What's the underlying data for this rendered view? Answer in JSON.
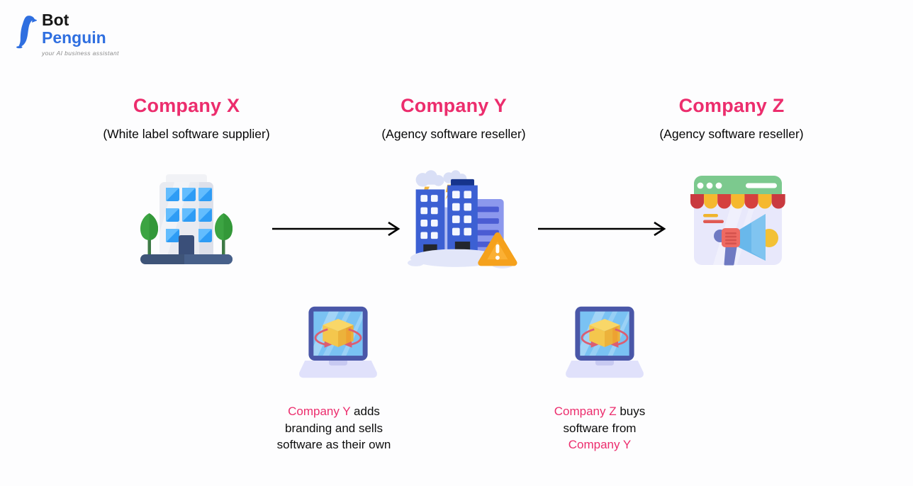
{
  "logo": {
    "line1": "Bot",
    "line2": "Penguin",
    "tagline": "your AI business assistant"
  },
  "columns": [
    {
      "title": "Company X",
      "subtitle": "(White label software supplier)"
    },
    {
      "title": "Company Y",
      "subtitle": "(Agency software reseller)"
    },
    {
      "title": "Company Z",
      "subtitle": "(Agency software reseller)"
    }
  ],
  "captions": [
    {
      "line1_highlight": "Company Y",
      "line1_rest": " adds",
      "line2": "branding and sells",
      "line3": "software as their own"
    },
    {
      "line1_highlight": "Company Z",
      "line1_rest": " buys",
      "line2": "software from",
      "line3_highlight": "Company Y"
    }
  ],
  "icons": {
    "company_x": "office-building-icon",
    "company_y": "storm-buildings-warning-icon",
    "company_z": "storefront-megaphone-icon",
    "rebrand_step": "laptop-3d-cube-icon",
    "flow": "right-arrow-icon",
    "brand": "penguin-icon"
  },
  "colors": {
    "accent_pink": "#EC2D6D",
    "logo_blue": "#2F6FE0",
    "text_black": "#0D0D0D",
    "tagline_gray": "#8C8C8C",
    "arrow_black": "#000000"
  }
}
